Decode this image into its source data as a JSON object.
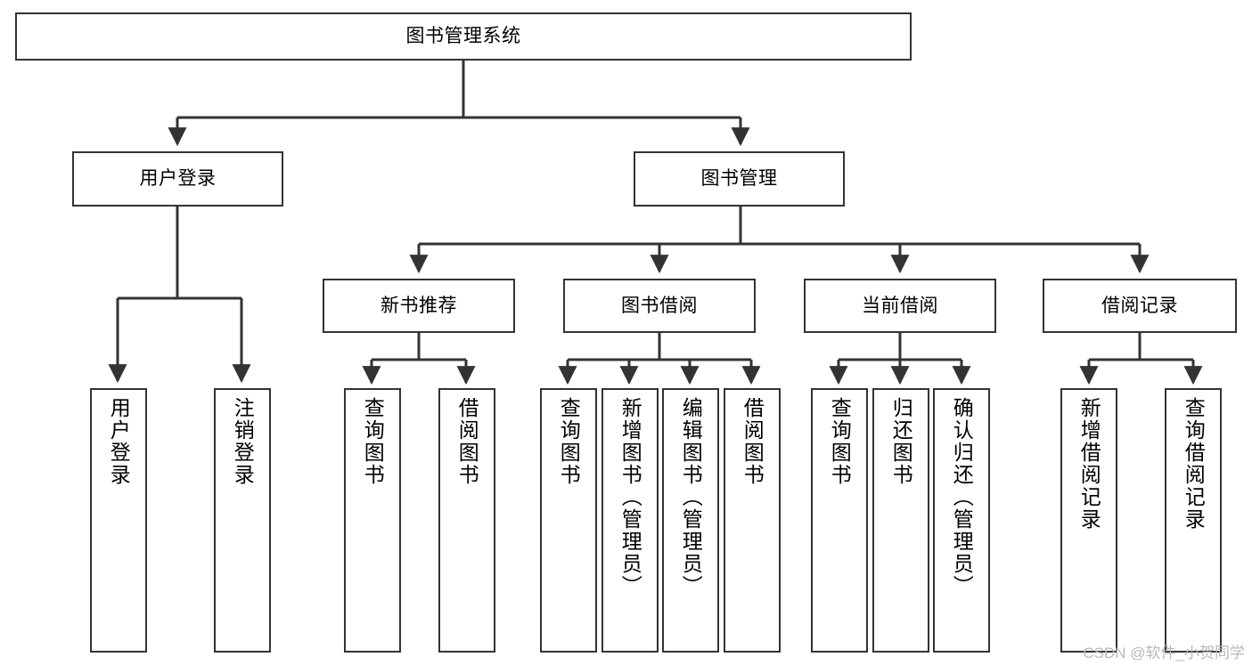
{
  "diagram": {
    "title": "图书管理系统",
    "type": "tree",
    "orientation": "top-down",
    "colors": {
      "box_border": "#333333",
      "box_fill": "#ffffff",
      "edge": "#333333",
      "text": "#000000",
      "watermark": "#b8b8b8"
    },
    "root": {
      "label": "图书管理系统"
    },
    "level2": [
      {
        "label": "用户登录"
      },
      {
        "label": "图书管理"
      }
    ],
    "level3": [
      {
        "label": "新书推荐"
      },
      {
        "label": "图书借阅"
      },
      {
        "label": "当前借阅"
      },
      {
        "label": "借阅记录"
      }
    ],
    "leaves": {
      "user_login": [
        {
          "label": "用户登录"
        },
        {
          "label": "注销登录"
        }
      ],
      "new_book": [
        {
          "label": "查询图书"
        },
        {
          "label": "借阅图书"
        }
      ],
      "book_borrow": [
        {
          "label": "查询图书"
        },
        {
          "label": "新增图书（管理员）"
        },
        {
          "label": "编辑图书（管理员）"
        },
        {
          "label": "借阅图书"
        }
      ],
      "current_borrow": [
        {
          "label": "查询图书"
        },
        {
          "label": "归还图书"
        },
        {
          "label": "确认归还（管理员）"
        }
      ],
      "borrow_record": [
        {
          "label": "新增借阅记录"
        },
        {
          "label": "查询借阅记录"
        }
      ]
    }
  },
  "watermark": {
    "text": "CSDN @软件_小贺同学"
  }
}
